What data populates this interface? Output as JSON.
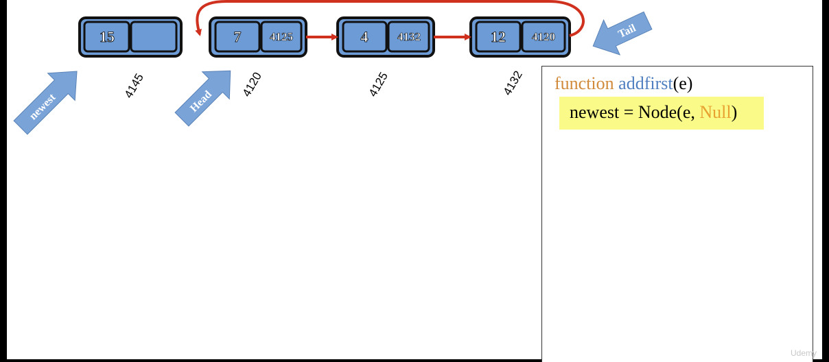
{
  "nodes": [
    {
      "value": "15",
      "next": "",
      "address": "4145"
    },
    {
      "value": "7",
      "next": "4125",
      "address": "4120"
    },
    {
      "value": "4",
      "next": "4132",
      "address": "4125"
    },
    {
      "value": "12",
      "next": "4120",
      "address": "4132"
    }
  ],
  "pointers": {
    "newest": "newest",
    "head": "Head",
    "tail": "Tail"
  },
  "code": {
    "keyword": "function",
    "func_name": "addfirst",
    "params": "(e)",
    "assign_left": "newest = Node(e, ",
    "null_kw": "Null",
    "assign_right": ")"
  },
  "watermark": "Udemy",
  "colors": {
    "node_fill": "#6d9bd6",
    "node_border": "#111111",
    "link_arrow": "#d0301e",
    "pointer_arrow": "#7aa3d8",
    "keyword": "#d08a3a",
    "func_name": "#4f7fc0",
    "null_kw": "#e8a030",
    "highlight": "#fafa88"
  }
}
